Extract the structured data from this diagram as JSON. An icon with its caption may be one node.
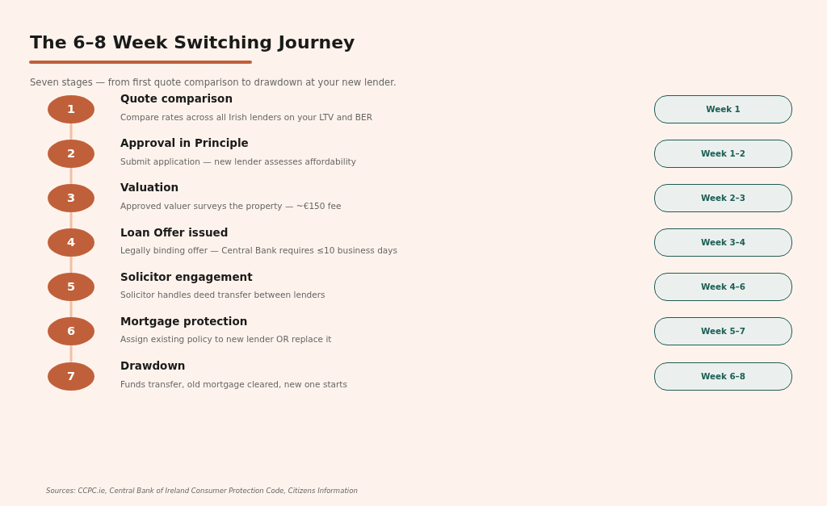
{
  "diagram": {
    "title": "The 6–8 Week Switching Journey",
    "nodes": [
      {
        "text": [
          "1"
        ],
        "beside": [
          "Quote comparison",
          "Compare rates across all Irish lenders on your LTV and BER"
        ]
      },
      {
        "text": [
          "Week 1"
        ]
      },
      {
        "text": [
          "2"
        ],
        "beside": [
          "Approval in Principle",
          "Submit application — new lender assesses affordability"
        ]
      },
      {
        "text": [
          "Week 1–2"
        ]
      },
      {
        "text": [
          "3"
        ],
        "beside": [
          "Valuation",
          "Approved valuer surveys the property — ~€150 fee"
        ]
      },
      {
        "text": [
          "Week 2–3"
        ]
      },
      {
        "text": [
          "4"
        ],
        "beside": [
          "Loan Offer issued",
          "Legally binding offer — Central Bank requires ≤10 business days"
        ]
      },
      {
        "text": [
          "Week 3–4"
        ]
      },
      {
        "text": [
          "5"
        ],
        "beside": [
          "Solicitor engagement",
          "Solicitor handles deed transfer between lenders"
        ]
      },
      {
        "text": [
          "Week 4–6"
        ]
      },
      {
        "text": [
          "6"
        ],
        "beside": [
          "Mortgage protection",
          "Assign existing policy to new lender OR replace it"
        ]
      },
      {
        "text": [
          "Week 5–7"
        ]
      },
      {
        "text": [
          "7"
        ],
        "beside": [
          "Drawdown",
          "Funds transfer, old mortgage cleared, new one starts"
        ]
      },
      {
        "text": [
          "Week 6–8"
        ]
      }
    ],
    "edges": [
      {
        "from": 0,
        "to": 2,
        "arrow": "none"
      },
      {
        "from": 2,
        "to": 4,
        "arrow": "none"
      },
      {
        "from": 4,
        "to": 6,
        "arrow": "none"
      },
      {
        "from": 6,
        "to": 8,
        "arrow": "none"
      },
      {
        "from": 8,
        "to": 10,
        "arrow": "none"
      },
      {
        "from": 10,
        "to": 12,
        "arrow": "none"
      }
    ],
    "labels": [
      "Seven stages — from first quote comparison to drawdown at your new lender.",
      "Sources: CCPC.ie, Central Bank of Ireland Consumer Protection Code, Citizens Information"
    ]
  }
}
